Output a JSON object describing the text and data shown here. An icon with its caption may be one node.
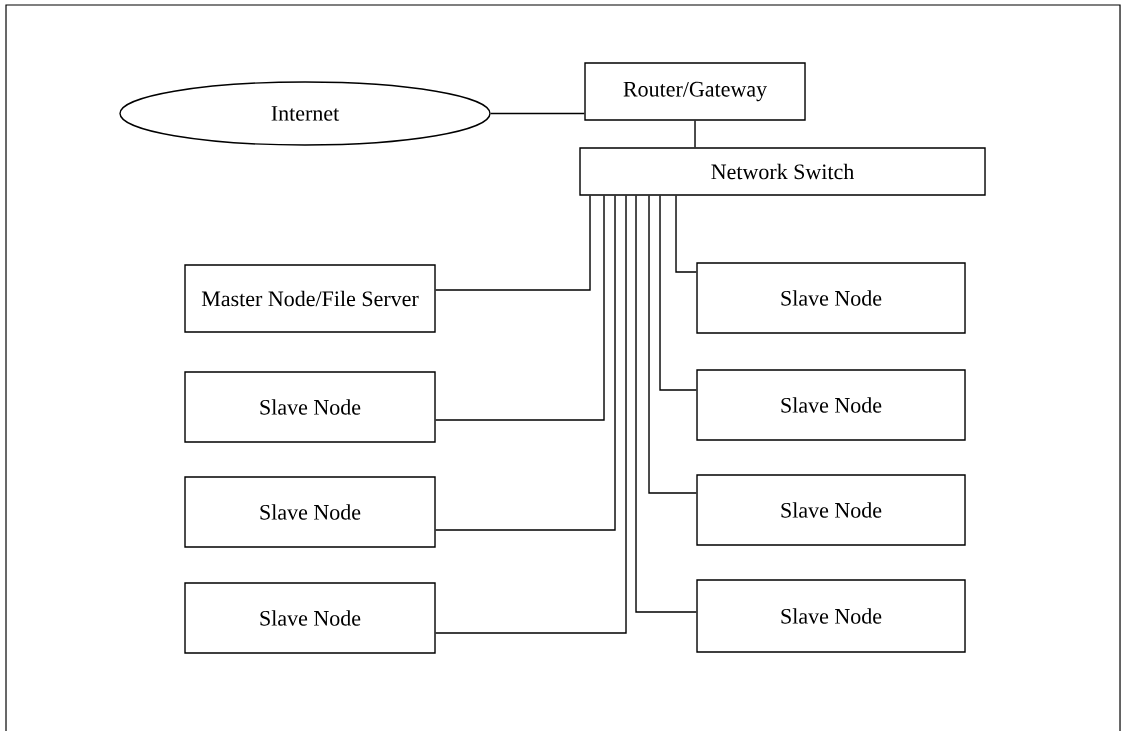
{
  "diagram": {
    "nodes": [
      {
        "text": [
          "Internet"
        ]
      },
      {
        "text": [
          "Router/Gateway"
        ]
      },
      {
        "text": [
          "Network Switch"
        ]
      },
      {
        "text": [
          "Master Node/File Server"
        ]
      },
      {
        "text": [
          "Slave Node"
        ]
      },
      {
        "text": [
          "Slave Node"
        ]
      },
      {
        "text": [
          "Slave Node"
        ]
      },
      {
        "text": [
          "Slave Node"
        ]
      },
      {
        "text": [
          "Slave Node"
        ]
      },
      {
        "text": [
          "Slave Node"
        ]
      },
      {
        "text": [
          "Slave Node"
        ]
      }
    ],
    "edges": [
      {
        "from": 0,
        "to": 1,
        "arrow": "none"
      },
      {
        "from": 1,
        "to": 2,
        "arrow": "none"
      },
      {
        "from": 2,
        "to": 3,
        "arrow": "none"
      },
      {
        "from": 2,
        "to": 4,
        "arrow": "none"
      },
      {
        "from": 2,
        "to": 5,
        "arrow": "none"
      },
      {
        "from": 2,
        "to": 6,
        "arrow": "none"
      },
      {
        "from": 2,
        "to": 7,
        "arrow": "none"
      },
      {
        "from": 2,
        "to": 8,
        "arrow": "none"
      },
      {
        "from": 2,
        "to": 9,
        "arrow": "none"
      },
      {
        "from": 2,
        "to": 10,
        "arrow": "none"
      }
    ]
  }
}
